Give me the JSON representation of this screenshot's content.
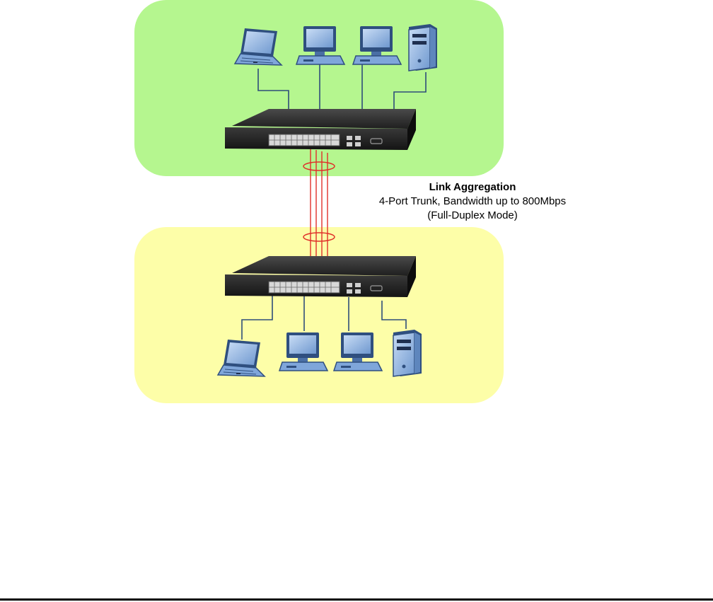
{
  "link_aggregation": {
    "title": "Link Aggregation",
    "description": "4-Port Trunk, Bandwidth up to 800Mbps",
    "mode": "(Full-Duplex Mode)",
    "trunk_ports": 4
  },
  "networks": [
    {
      "name": "upper-network",
      "color": "#b5f68f",
      "devices": [
        "laptop-icon",
        "desktop-pc-icon",
        "desktop-pc-icon",
        "tower-server-icon"
      ]
    },
    {
      "name": "lower-network",
      "color": "#fdfea8",
      "devices": [
        "laptop-icon",
        "desktop-pc-icon",
        "desktop-pc-icon",
        "tower-server-icon"
      ]
    }
  ],
  "colors": {
    "device_blue": "#8fb4e3",
    "device_dark": "#2f4f7f",
    "switch_body": "#2b2b2b",
    "trunk_line": "#e0302a",
    "cable": "#2e4d7a"
  }
}
